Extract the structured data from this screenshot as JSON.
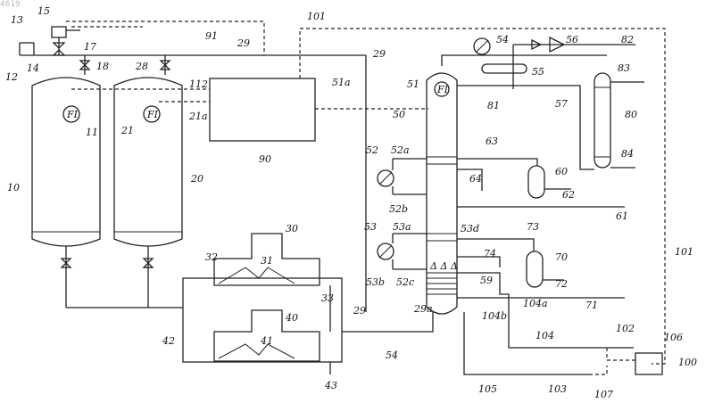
{
  "page_id": "4619",
  "labels": {
    "l10": "10",
    "l11": "11",
    "l12": "12",
    "l13": "13",
    "l14": "14",
    "l15": "15",
    "l17": "17",
    "l18": "18",
    "l20": "20",
    "l21": "21",
    "l21a": "21a",
    "l28": "28",
    "l29_top": "29",
    "l29_mid": "29",
    "l29_low": "29",
    "l29a": "29a",
    "l30": "30",
    "l31": "31",
    "l32": "32",
    "l33": "33",
    "l40": "40",
    "l41": "41",
    "l42": "42",
    "l43": "43",
    "l50": "50",
    "l51": "51",
    "l51a": "51a",
    "l52": "52",
    "l52a": "52a",
    "l52b": "52b",
    "l52c": "52c",
    "l53": "53",
    "l53a": "53a",
    "l53b": "53b",
    "l53d": "53d",
    "l54_top": "54",
    "l54_bot": "54",
    "l55": "55",
    "l56": "56",
    "l57": "57",
    "l59": "59",
    "l60": "60",
    "l61": "61",
    "l62": "62",
    "l63": "63",
    "l64": "64",
    "l70": "70",
    "l71": "71",
    "l72": "72",
    "l73": "73",
    "l74": "74",
    "l80": "80",
    "l81": "81",
    "l82": "82",
    "l83": "83",
    "l84": "84",
    "l90": "90",
    "l91": "91",
    "l100": "100",
    "l101_top": "101",
    "l101_right": "101",
    "l102": "102",
    "l103": "103",
    "l104": "104",
    "l104a": "104a",
    "l104b": "104b",
    "l105": "105",
    "l106": "106",
    "l107": "107",
    "l112": "112"
  },
  "meter_symbol": "FI"
}
